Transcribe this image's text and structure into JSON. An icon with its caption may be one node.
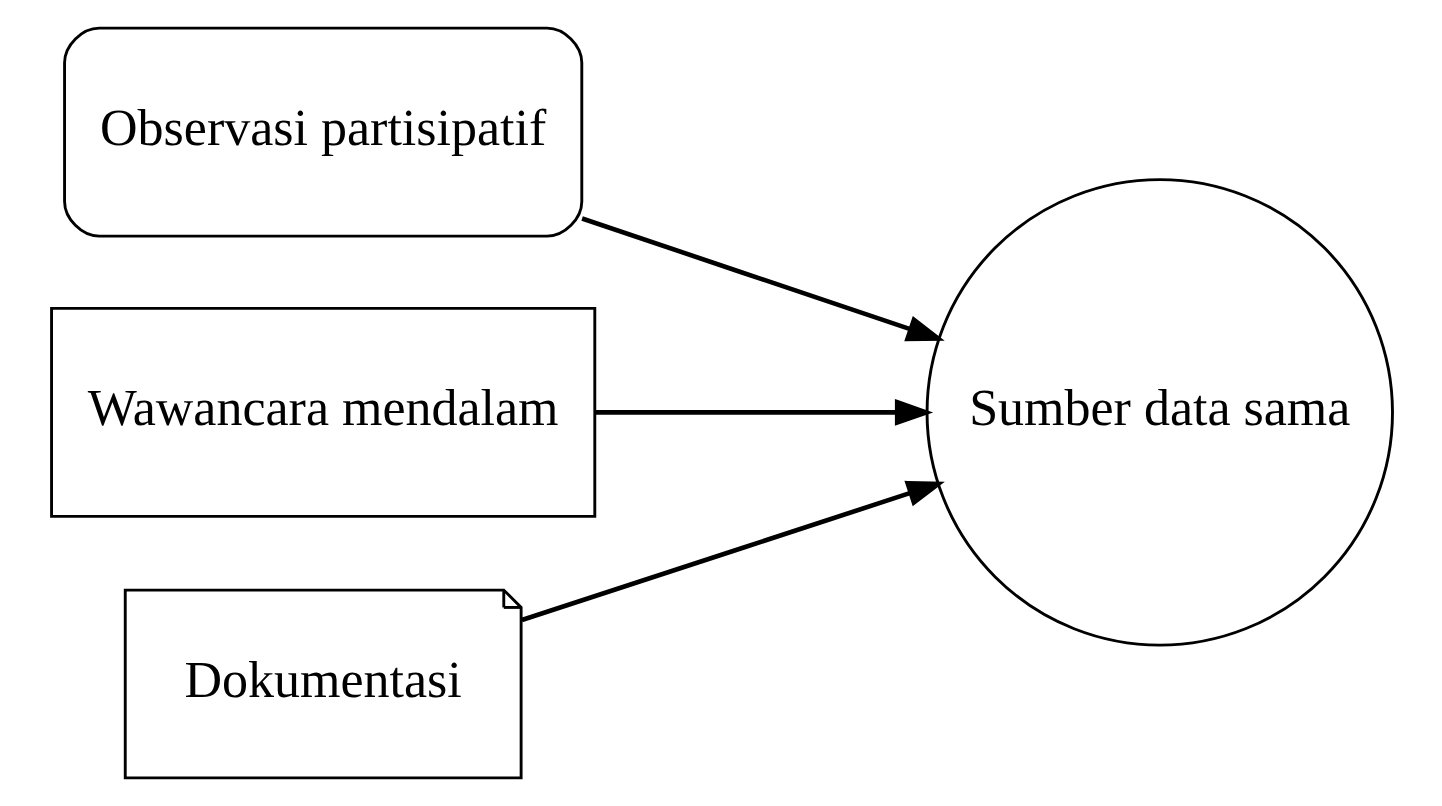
{
  "diagram": {
    "nodes": [
      {
        "text": [
          "Observasi partisipatif"
        ]
      },
      {
        "text": [
          "Wawancara mendalam"
        ]
      },
      {
        "text": [
          "Dokumentasi"
        ]
      },
      {
        "text": [
          "Sumber data sama"
        ]
      }
    ],
    "edges": [
      {
        "from": 0,
        "to": 3,
        "arrow": "to"
      },
      {
        "from": 1,
        "to": 3,
        "arrow": "to"
      },
      {
        "from": 2,
        "to": 3,
        "arrow": "to"
      }
    ]
  }
}
